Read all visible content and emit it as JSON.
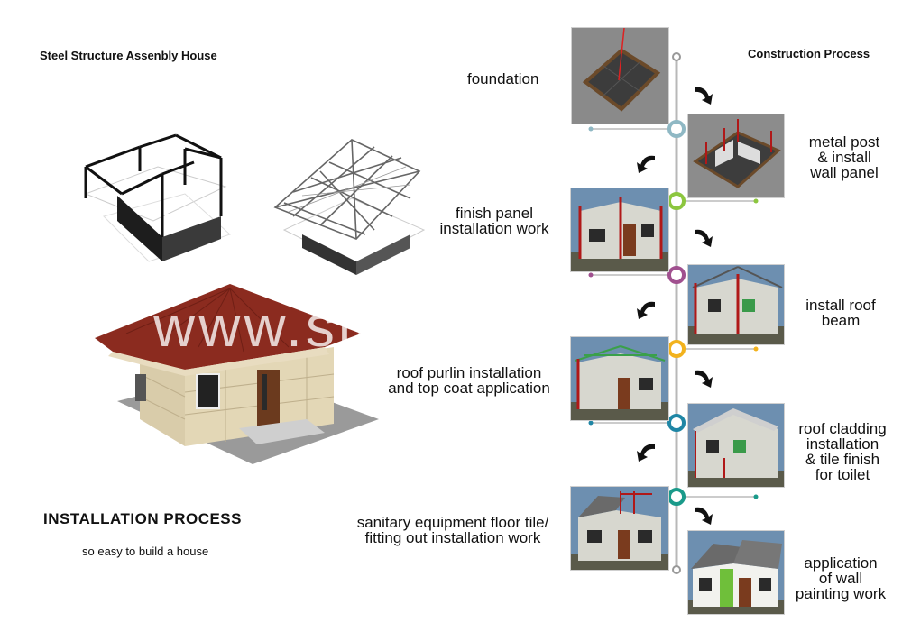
{
  "left_title": "Steel Structure Assenbly House",
  "right_title": "Construction Process",
  "installation_title": "INSTALLATION  PROCESS",
  "installation_subtitle": "so easy to build a house",
  "watermark": "www.sinowin.com",
  "steps": [
    {
      "label": "foundation"
    },
    {
      "label": "metal post\n& install\nwall panel"
    },
    {
      "label": "finish panel\ninstallation work"
    },
    {
      "label": "install roof\nbeam"
    },
    {
      "label": "roof purlin installation\nand top coat application"
    },
    {
      "label": "roof cladding\ninstallation\n& tile finish\nfor toilet"
    },
    {
      "label": "sanitary equipment floor tile/\nfitting out installation work"
    },
    {
      "label": "application\nof wall\npainting work"
    }
  ],
  "node_colors": [
    "#8fb8c4",
    "#8cc63f",
    "#a0508f",
    "#f2b21d",
    "#1f86a5",
    "#1a9a8a"
  ]
}
